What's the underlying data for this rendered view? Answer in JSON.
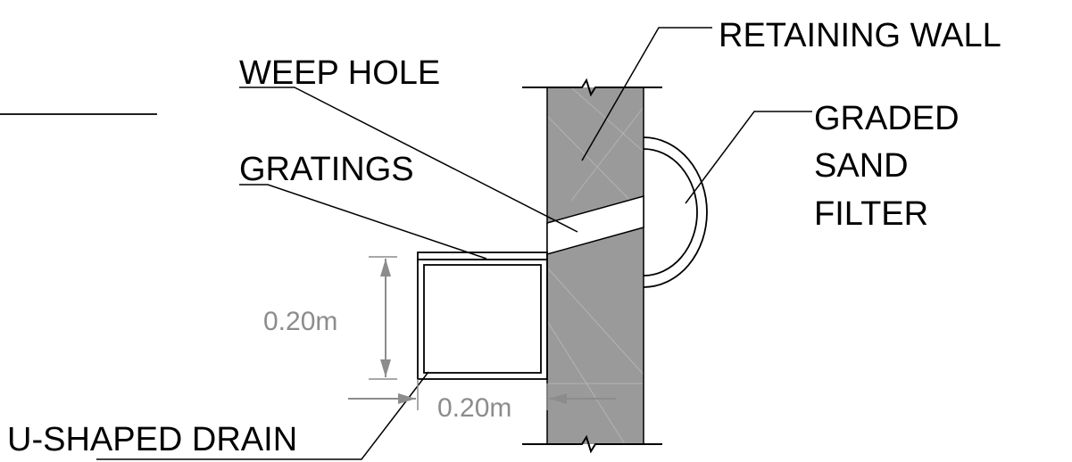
{
  "labels": {
    "retaining_wall": "RETAINING WALL",
    "weep_hole": "WEEP HOLE",
    "gratings": "GRATINGS",
    "filter_line1": "GRADED",
    "filter_line2": "SAND",
    "filter_line3": "FILTER",
    "drain": "U-SHAPED DRAIN"
  },
  "dimensions": {
    "height": "0.20m",
    "width": "0.20m"
  },
  "colors": {
    "wall_fill": "#9a9a9b",
    "hatch": "#b3b3b4",
    "line": "#000000",
    "dimension": "#8c8c8c",
    "weep_hole_fill": "#ffffff"
  }
}
